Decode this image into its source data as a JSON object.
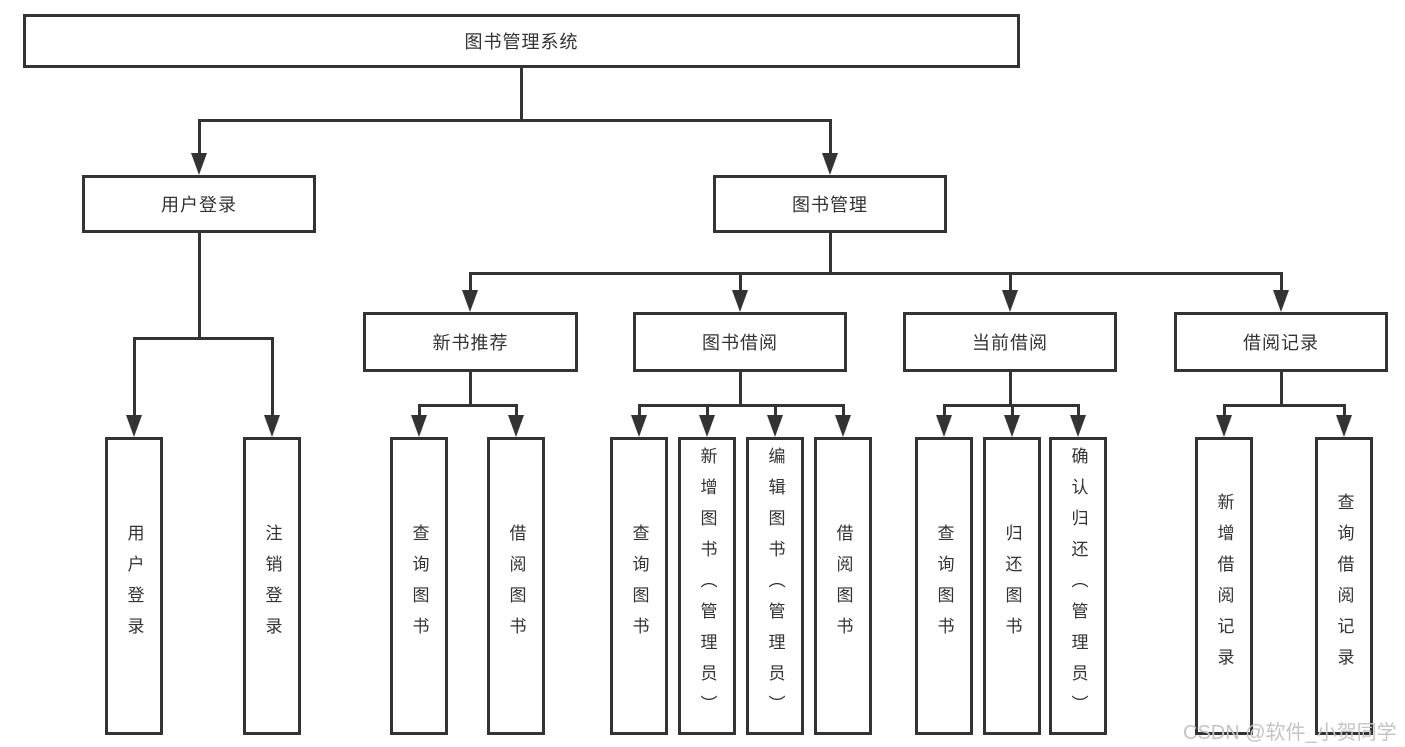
{
  "diagram": {
    "root": {
      "label": "图书管理系统"
    },
    "level1": [
      {
        "label": "用户登录"
      },
      {
        "label": "图书管理"
      }
    ],
    "level2": [
      {
        "label": "新书推荐"
      },
      {
        "label": "图书借阅"
      },
      {
        "label": "当前借阅"
      },
      {
        "label": "借阅记录"
      }
    ],
    "leaves": {
      "user_login": [
        {
          "label": "用户登录"
        },
        {
          "label": "注销登录"
        }
      ],
      "new_books": [
        {
          "label": "查询图书"
        },
        {
          "label": "借阅图书"
        }
      ],
      "book_borrow": [
        {
          "label": "查询图书"
        },
        {
          "label": "新增图书（管理员）"
        },
        {
          "label": "编辑图书（管理员）"
        },
        {
          "label": "借阅图书"
        }
      ],
      "current_borrow": [
        {
          "label": "查询图书"
        },
        {
          "label": "归还图书"
        },
        {
          "label": "确认归还（管理员）"
        }
      ],
      "borrow_records": [
        {
          "label": "新增借阅记录"
        },
        {
          "label": "查询借阅记录"
        }
      ]
    },
    "watermark": "CSDN @软件_小贺同学",
    "colors": {
      "line": "#333333",
      "text": "#333333",
      "watermark": "#c4c4c4",
      "background": "#ffffff"
    }
  }
}
